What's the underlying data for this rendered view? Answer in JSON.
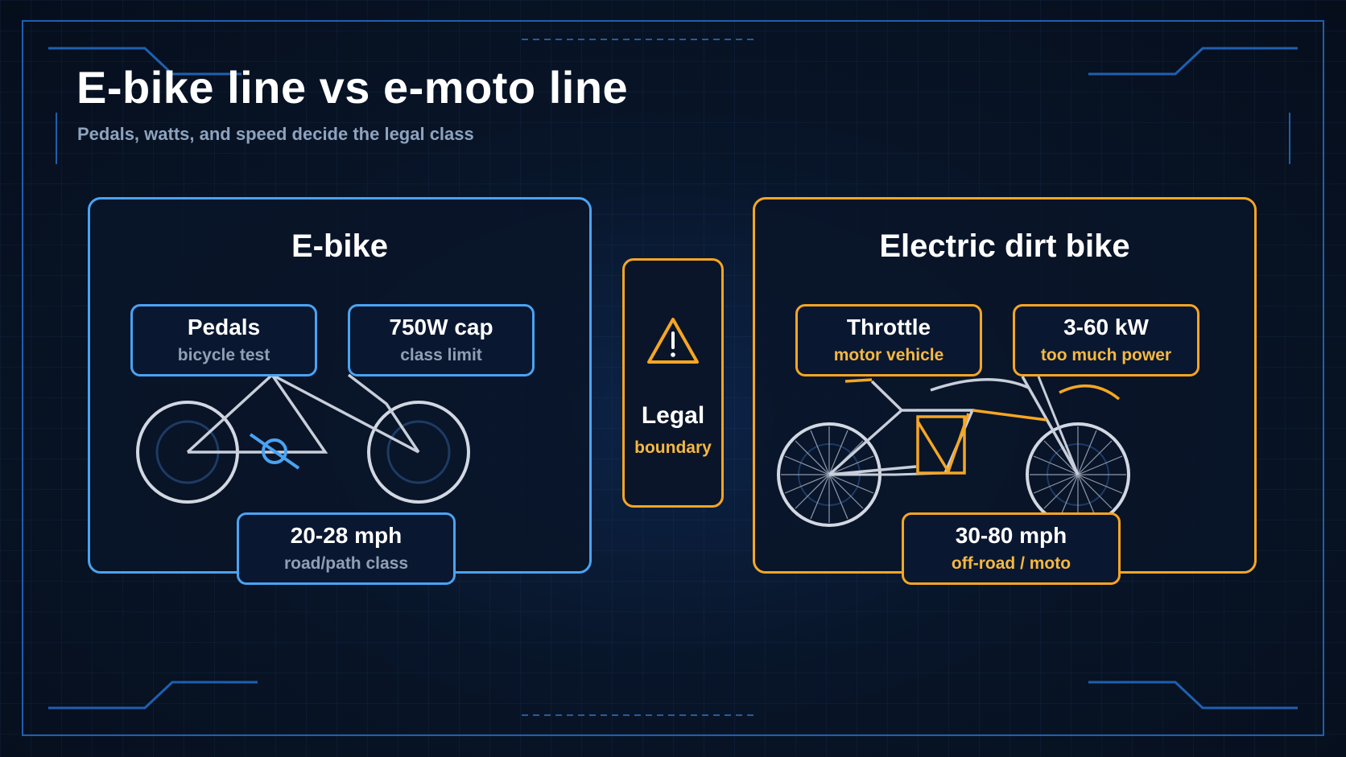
{
  "header": {
    "title": "E-bike line vs e-moto line",
    "subtitle": "Pedals, watts, and speed decide the legal class"
  },
  "ebike": {
    "title": "E-bike",
    "pedals": {
      "main": "Pedals",
      "sub": "bicycle test"
    },
    "power": {
      "main": "750W cap",
      "sub": "class limit"
    },
    "speed": {
      "main": "20-28 mph",
      "sub": "road/path class"
    }
  },
  "boundary": {
    "icon": "warning-triangle-icon",
    "main": "Legal",
    "sub": "boundary"
  },
  "dirtbike": {
    "title": "Electric dirt bike",
    "throttle": {
      "main": "Throttle",
      "sub": "motor vehicle"
    },
    "power": {
      "main": "3-60 kW",
      "sub": "too much power"
    },
    "speed": {
      "main": "30-80 mph",
      "sub": "off-road / moto"
    }
  },
  "colors": {
    "ebike_accent": "#4aa3f2",
    "moto_accent": "#f5a623",
    "background": "#081528",
    "frame_lines": "#1f5fb0"
  }
}
